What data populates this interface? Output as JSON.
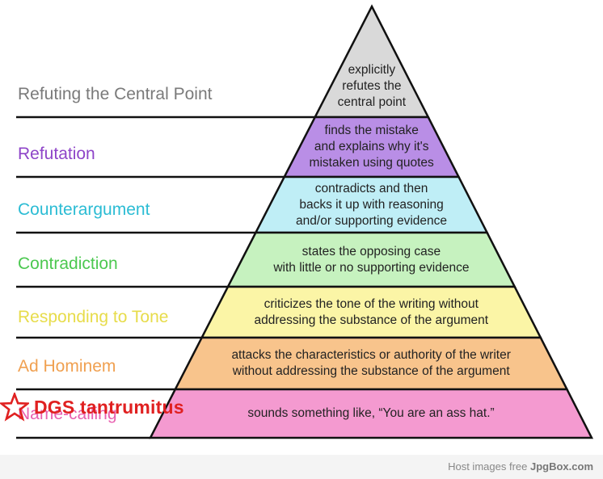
{
  "diagram": {
    "levels": [
      {
        "name": "Refuting the Central Point",
        "desc": [
          "explicitly",
          "refutes the",
          "central point"
        ],
        "label_color": "#7a7a7a",
        "fill": "#d9d9d9"
      },
      {
        "name": "Refutation",
        "desc": [
          "finds the mistake",
          "and explains why it's",
          "mistaken using quotes"
        ],
        "label_color": "#8e44c8",
        "fill": "#b98ee6"
      },
      {
        "name": "Counterargument",
        "desc": [
          "contradicts and then",
          "backs it up with reasoning",
          "and/or supporting evidence"
        ],
        "label_color": "#2bbcd4",
        "fill": "#bfeef6"
      },
      {
        "name": "Contradiction",
        "desc": [
          "states the opposing case",
          "with little or no supporting evidence"
        ],
        "label_color": "#4cc850",
        "fill": "#c6f2bf"
      },
      {
        "name": "Responding to Tone",
        "desc": [
          "criticizes the tone of the writing without",
          "addressing the substance of the argument"
        ],
        "label_color": "#e7dc4a",
        "fill": "#fbf5a6"
      },
      {
        "name": "Ad Hominem",
        "desc": [
          "attacks the characteristics or authority of the writer",
          "without addressing the substance of the argument"
        ],
        "label_color": "#f0a050",
        "fill": "#f8c48c"
      },
      {
        "name": "Name-calling",
        "desc": [
          "sounds something like, “You are an ass hat.”"
        ],
        "label_color": "#e860b0",
        "fill": "#f49ad0"
      }
    ]
  },
  "callout": {
    "text": "DGS tantrumitus",
    "color": "#e02020",
    "icon": "star-icon"
  },
  "footer": {
    "prefix": "Host images free",
    "brand": "JpgBox.com"
  }
}
